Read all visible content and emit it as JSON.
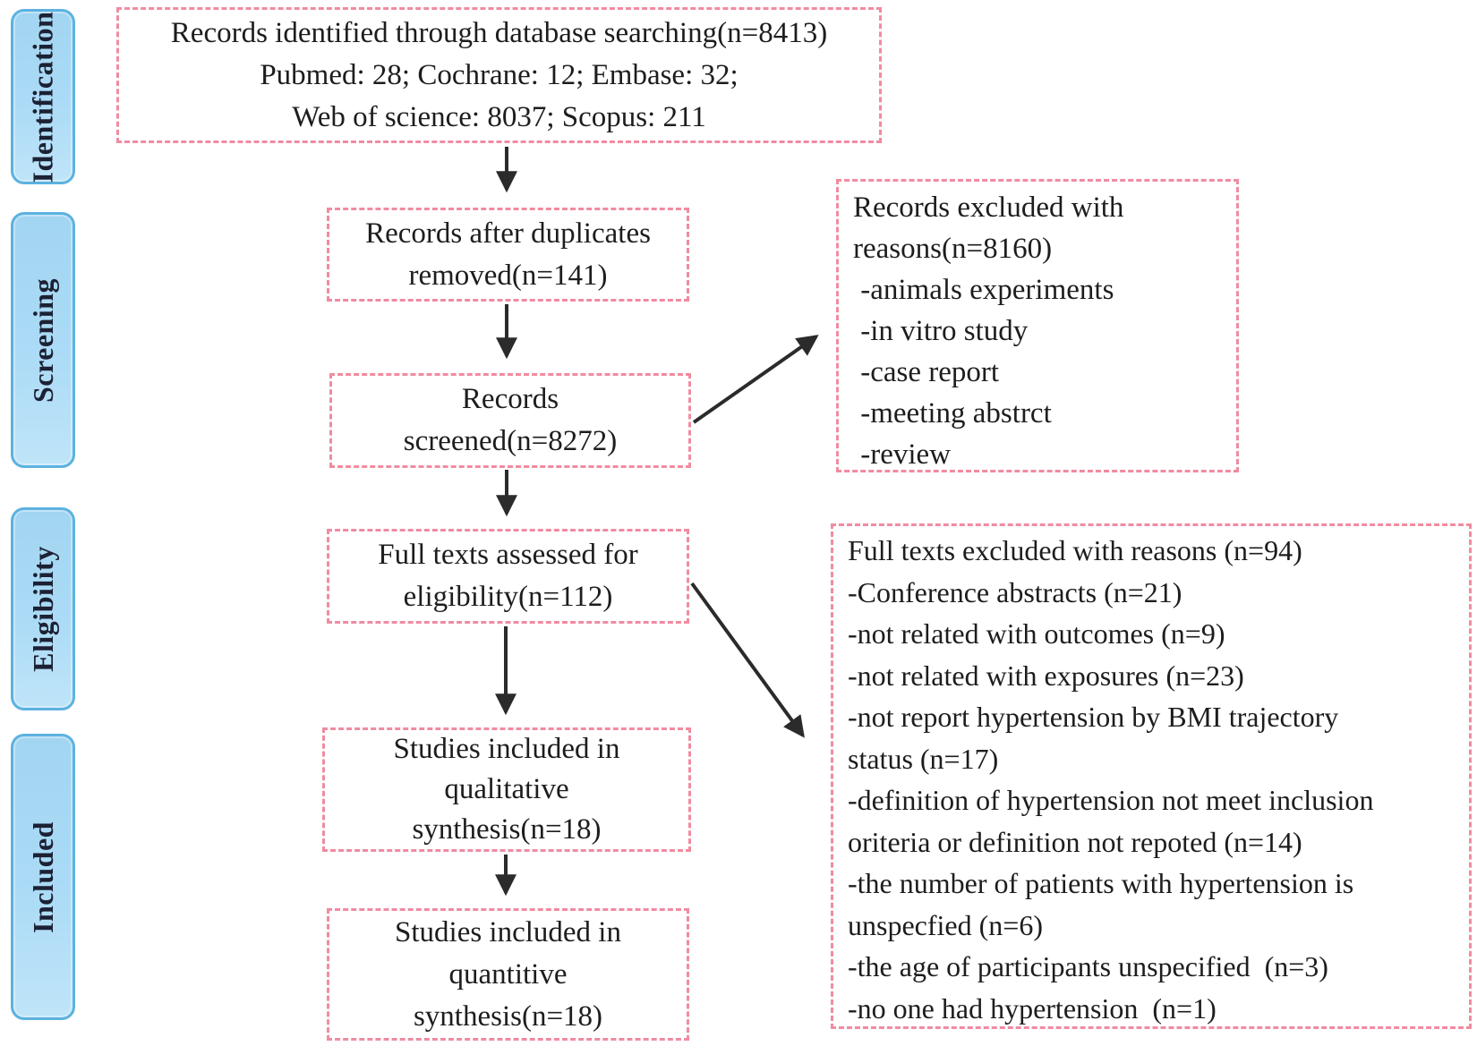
{
  "diagram_title": "PRISMA study selection flow diagram",
  "colors": {
    "stage_fill": "#abdbf6",
    "stage_border": "#5cb2e0",
    "box_dashed_border": "#f08ba0",
    "text": "#1d1d1d",
    "arrow": "#2b2b2b"
  },
  "stages": [
    {
      "label": "Identification"
    },
    {
      "label": "Screening"
    },
    {
      "label": "Eligibility"
    },
    {
      "label": "Included"
    }
  ],
  "flow_boxes": [
    {
      "id": "records-identified",
      "lines": [
        "Records identified through database searching(n=8413)",
        "Pubmed: 28; Cochrane: 12; Embase: 32;",
        "Web of science: 8037; Scopus: 211"
      ]
    },
    {
      "id": "duplicates-removed",
      "lines": [
        "Records after duplicates",
        "removed(n=141)"
      ]
    },
    {
      "id": "records-screened",
      "lines": [
        "Records",
        "screened(n=8272)"
      ]
    },
    {
      "id": "full-texts-assessed",
      "lines": [
        "Full texts assessed for",
        "eligibility(n=112)"
      ]
    },
    {
      "id": "qualitative-synthesis",
      "lines": [
        "Studies included in",
        "qualitative",
        "synthesis(n=18)"
      ]
    },
    {
      "id": "quantitative-synthesis",
      "lines": [
        "Studies included in",
        "quantitive",
        "synthesis(n=18)"
      ]
    }
  ],
  "exclusion_boxes": [
    {
      "id": "records-excluded",
      "lines": [
        "Records excluded with",
        "reasons(n=8160)",
        " -animals experiments",
        " -in vitro study",
        " -case report",
        " -meeting abstrct",
        " -review"
      ]
    },
    {
      "id": "full-texts-excluded",
      "lines": [
        "Full texts excluded with reasons (n=94)",
        "-Conference abstracts (n=21)",
        "-not related with outcomes (n=9)",
        "-not related with exposures (n=23)",
        "-not report hypertension by BMI trajectory",
        "status (n=17)",
        "-definition of hypertension not meet inclusion",
        "oriteria or definition not repoted (n=14)",
        "-the number of patients with hypertension is",
        "unspecfied (n=6)",
        "-the age of participants unspecified  (n=3)",
        "-no one had hypertension  (n=1)"
      ]
    }
  ]
}
